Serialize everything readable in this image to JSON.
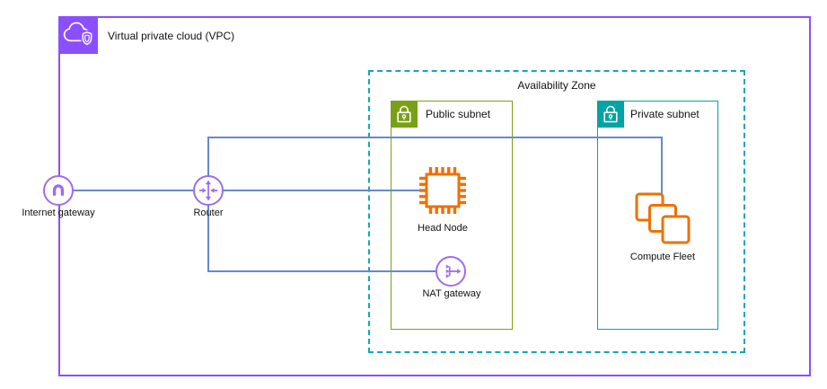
{
  "diagram": {
    "vpc": {
      "label": "Virtual private cloud (VPC)"
    },
    "availability_zone": {
      "label": "Availability Zone"
    },
    "subnets": {
      "public": {
        "label": "Public subnet"
      },
      "private": {
        "label": "Private subnet"
      }
    },
    "nodes": {
      "internet_gateway": {
        "label": "Internet gateway"
      },
      "router": {
        "label": "Router"
      },
      "head_node": {
        "label": "Head Node"
      },
      "nat_gateway": {
        "label": "NAT gateway"
      },
      "compute_fleet": {
        "label": "Compute Fleet"
      }
    },
    "connections": [
      "internet_gateway->router",
      "router->head_node",
      "router->compute_fleet",
      "router->nat_gateway"
    ],
    "colors": {
      "vpc_purple": "#8C4FFF",
      "gateway_purple": "#9D6CF0",
      "subnet_green": "#7AA116",
      "subnet_teal": "#00A4A6",
      "az_teal": "#12A8B8",
      "compute_orange": "#ED7100",
      "connection_blue": "#6889C6",
      "text_color": "#111111"
    }
  }
}
